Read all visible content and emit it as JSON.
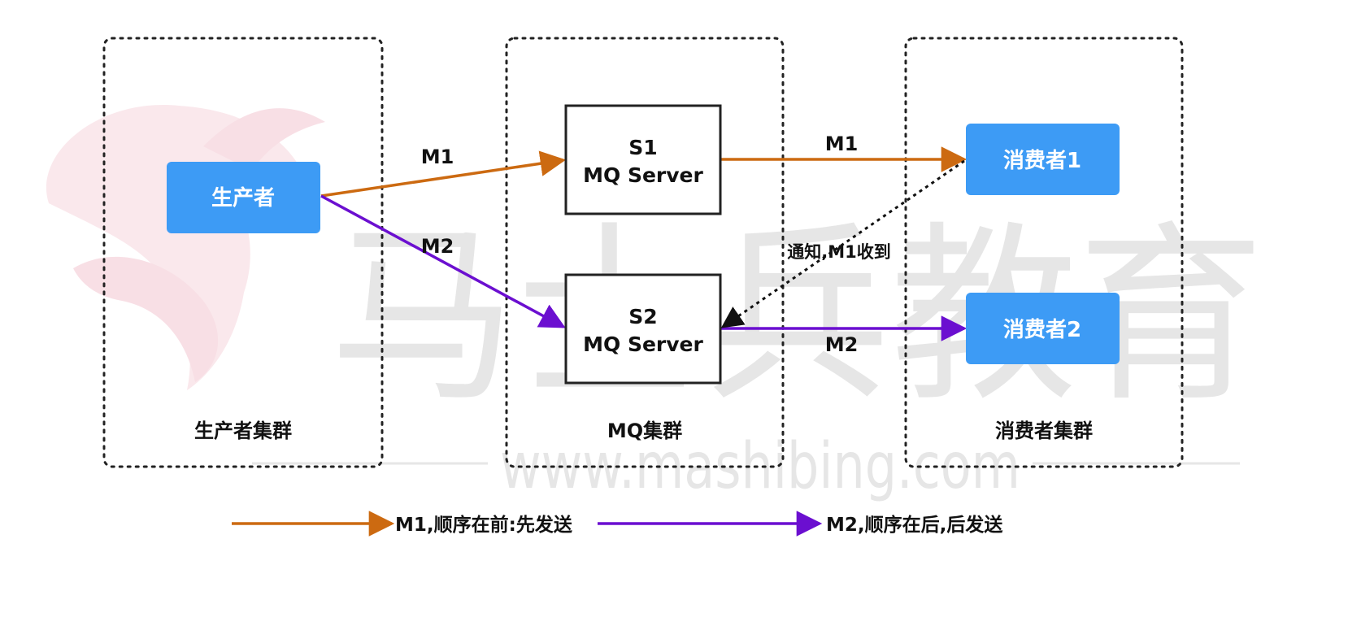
{
  "watermark": {
    "brand": "马士兵教育",
    "url": "www.mashibing.com"
  },
  "clusters": {
    "producer": "生产者集群",
    "mq": "MQ集群",
    "consumer": "消费者集群"
  },
  "nodes": {
    "producer": "生产者",
    "s1": {
      "name": "S1",
      "role": "MQ Server"
    },
    "s2": {
      "name": "S2",
      "role": "MQ Server"
    },
    "consumer1": "消费者1",
    "consumer2": "消费者2"
  },
  "edges": {
    "producer_s1": "M1",
    "producer_s2": "M2",
    "s1_consumer1": "M1",
    "s2_consumer2": "M2",
    "notify": "通知,M1收到"
  },
  "legend": {
    "m1": "M1,顺序在前:先发送",
    "m2": "M2,顺序在后,后发送"
  },
  "colors": {
    "m1": "#cc6a11",
    "m2": "#6b0fd0",
    "node_fill": "#3d9bf5",
    "border": "#222222",
    "watermark": "#e6e6e6",
    "watermark_logo": "#f6d6dd"
  }
}
